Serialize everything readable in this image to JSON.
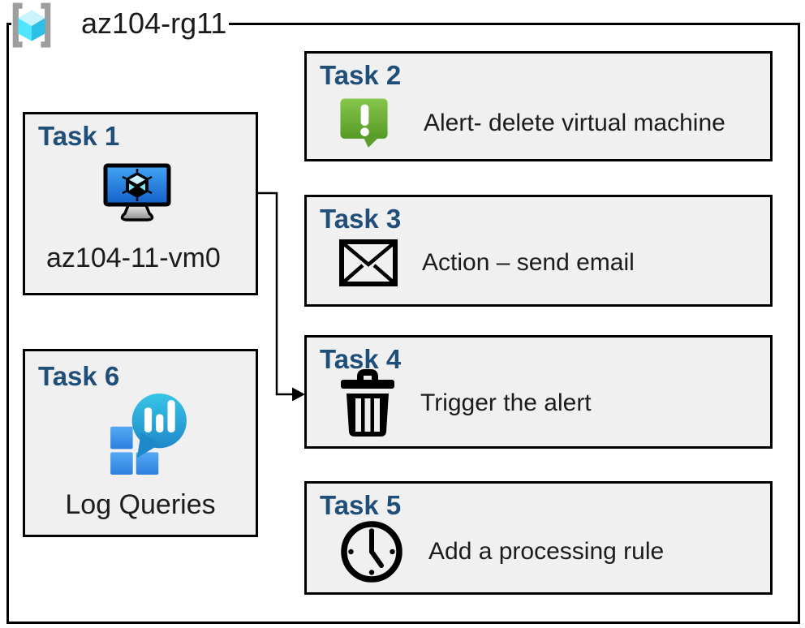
{
  "header": {
    "group_name": "az104-rg11",
    "icon": "resource-group-icon"
  },
  "tasks": [
    {
      "id": "task-1",
      "label": "Task 1",
      "caption": "az104-11-vm0",
      "icon": "virtual-machine-icon"
    },
    {
      "id": "task-2",
      "label": "Task 2",
      "caption": "Alert- delete virtual machine",
      "icon": "alert-message-icon"
    },
    {
      "id": "task-3",
      "label": "Task 3",
      "caption": "Action – send email",
      "icon": "email-envelope-icon"
    },
    {
      "id": "task-4",
      "label": "Task 4",
      "caption": "Trigger the alert",
      "icon": "trash-delete-icon"
    },
    {
      "id": "task-5",
      "label": "Task 5",
      "caption": "Add a processing rule",
      "icon": "clock-icon"
    },
    {
      "id": "task-6",
      "label": "Task 6",
      "caption": "Log Queries",
      "icon": "log-analytics-icon"
    }
  ],
  "connector": {
    "from": "task-1 virtual machine",
    "to": "task-4 box",
    "style": "elbow-arrow"
  },
  "colors": {
    "task_title_blue": "#1f4e79",
    "box_fill": "#f0f0f0",
    "box_border": "#000000",
    "alert_green_light": "#86c64b",
    "alert_green_dark": "#569a26",
    "vm_screen_blue_light": "#44a5f5",
    "vm_screen_blue_dark": "#1460c8",
    "log_square_blue": "#3f8fe8",
    "log_bubble_cyan_light": "#38c5e6",
    "log_bubble_cyan_dark": "#1e88c9",
    "rg_cube_cyan": "#50e6ff",
    "rg_bracket_gray": "#9e9e9e"
  }
}
